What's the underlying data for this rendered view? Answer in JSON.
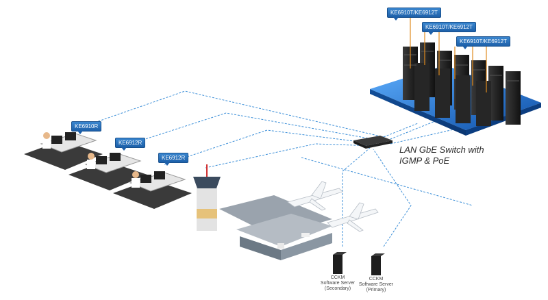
{
  "rack_tags": [
    "KE6910T/KE6912T",
    "KE6910T/KE6912T",
    "KE6910T/KE6912T"
  ],
  "desk_tags": [
    "KE6910R",
    "KE6912R",
    "KE6912R"
  ],
  "switch": {
    "line1": "LAN GbE Switch with",
    "line2": "IGMP & PoE"
  },
  "servers": {
    "secondary": {
      "name": "CCKM",
      "line2": "Software Server",
      "line3": "(Secondary)"
    },
    "primary": {
      "name": "CCKM",
      "line2": "Software Server",
      "line3": "(Primary)"
    }
  },
  "colors": {
    "platform": "#1f6fc9",
    "tag": "#2a74c0",
    "link": "#3c8fd8",
    "rack": "#1c1c1c"
  }
}
